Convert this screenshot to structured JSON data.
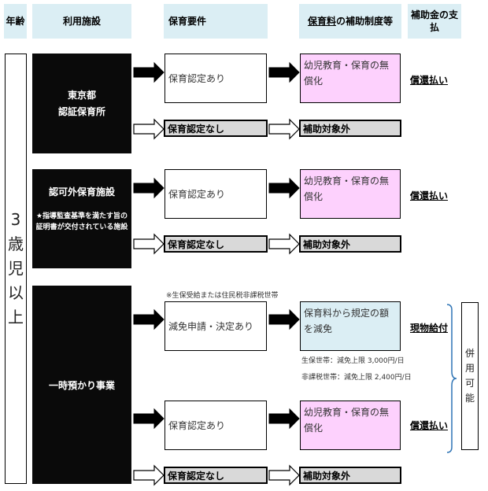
{
  "header": {
    "age": "年齢",
    "facility": "利用施設",
    "requirement": "保育要件",
    "system_underlined": "保育料",
    "system_rest": "の補助制度等",
    "payment": "補助金の支払"
  },
  "age_label": [
    "3",
    "歳",
    "児",
    "以",
    "上"
  ],
  "blocks": {
    "tokyo": {
      "facility": "東京都\n認証保育所",
      "cert_yes": "保育認定あり",
      "cert_no": "保育認定なし",
      "subsidy": "幼児教育・保育の無償化",
      "no_subsidy": "補助対象外",
      "payment": "償還払い"
    },
    "unlicensed": {
      "facility": "認可外保育施設",
      "facility_note": "★指導監査基準を満たす旨の証明書が交付されている施設",
      "cert_yes": "保育認定あり",
      "cert_no": "保育認定なし",
      "subsidy": "幼児教育・保育の無償化",
      "no_subsidy": "補助対象外",
      "payment": "償還払い"
    },
    "temporary": {
      "facility": "一時預かり事業",
      "welfare_note": "※生保受給または住民税非課税世帯",
      "reduction": "減免申請・決定あり",
      "reduction_result": "保育料から規定の額を減免",
      "limit_welfare": "生保世帯：減免上限 3,000円/日",
      "limit_tax": "非課税世帯：減免上限 2,400円/日",
      "payment_kind": "現物給付",
      "cert_yes": "保育認定あり",
      "subsidy": "幼児教育・保育の無償化",
      "payment": "償還払い",
      "cert_no": "保育認定なし",
      "no_subsidy": "補助対象外"
    }
  },
  "combined": [
    "併",
    "用",
    "可",
    "能"
  ],
  "colors": {
    "header_bg": "#dbeef4",
    "subsidy_pink": "#fdd1fd",
    "reduction_blue": "#dbeef4",
    "gray_box": "#d9d9d9",
    "facility_bg": "#0a0a0a"
  }
}
